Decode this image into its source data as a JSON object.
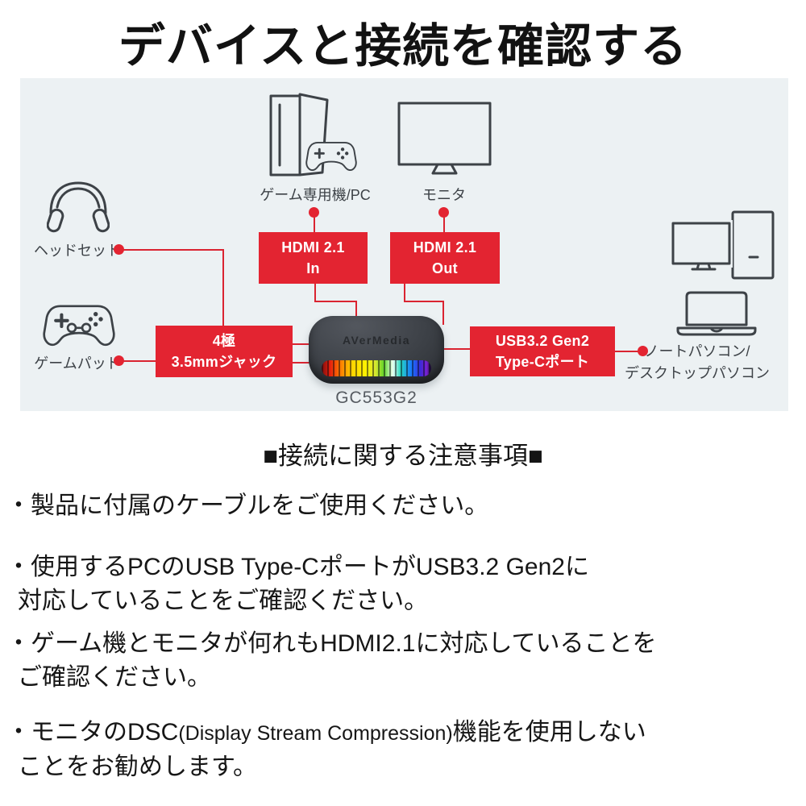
{
  "title": "デバイスと接続を確認する",
  "diagram": {
    "devices": {
      "console": {
        "label": "ゲーム専用機/PC"
      },
      "monitor": {
        "label": "モニタ"
      },
      "headset": {
        "label": "ヘッドセット"
      },
      "gamepad": {
        "label": "ゲームパッド"
      },
      "pc": {
        "label_line1": "ノートパソコン/",
        "label_line2": "デスクトップパソコン"
      }
    },
    "ports": {
      "hdmi_in": {
        "line1": "HDMI 2.1",
        "line2": "In"
      },
      "hdmi_out": {
        "line1": "HDMI 2.1",
        "line2": "Out"
      },
      "jack": {
        "line1": "4極",
        "line2": "3.5mmジャック"
      },
      "usb": {
        "line1": "USB3.2 Gen2",
        "line2": "Type-Cポート"
      }
    },
    "product": {
      "model": "GC553G2",
      "logo": "AVerMedia"
    },
    "colors": {
      "accent_red": "#e32431",
      "diagram_background": "#ecf1f3",
      "icon_stroke": "#3d4247"
    }
  },
  "notes": {
    "heading": "■接続に関する注意事項■",
    "bullets": [
      {
        "line1": "・製品に付属のケーブルをご使用ください。"
      },
      {
        "line1": "・使用するPCのUSB Type-CポートがUSB3.2 Gen2に",
        "line2": "対応していることをご確認ください。"
      },
      {
        "line1": "・ゲーム機とモニタが何れもHDMI2.1に対応していることを",
        "line2": "ご確認ください。"
      },
      {
        "line1_pre": "・モニタのDSC",
        "line1_paren": "(Display Stream Compression)",
        "line1_post": "機能を使用しない",
        "line2": "ことをお勧めします。"
      }
    ]
  }
}
